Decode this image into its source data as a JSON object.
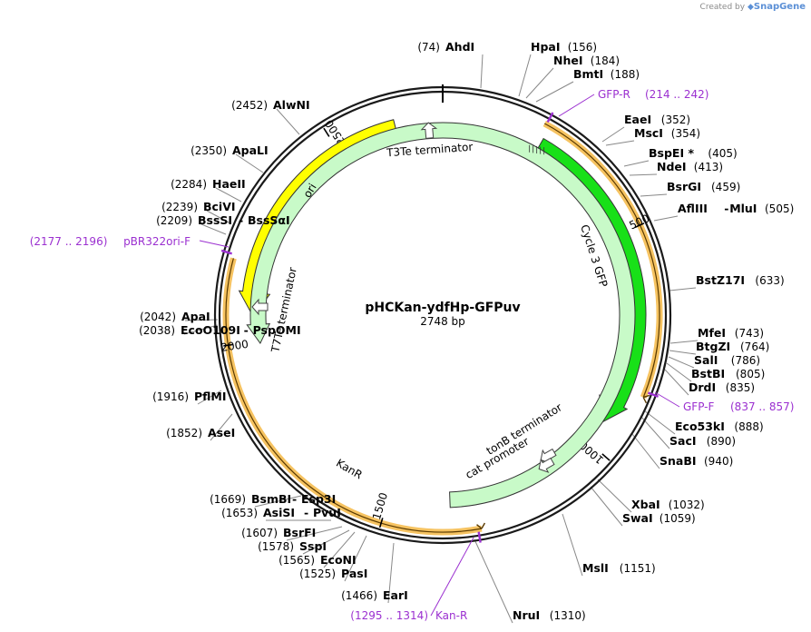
{
  "credit": {
    "prefix": "Created by",
    "brand": "SnapGene"
  },
  "plasmid": {
    "name": "pHCKan-ydfHp-GFPuv",
    "length_label": "2748 bp",
    "length_bp": 2748
  },
  "colors": {
    "backbone": "#1a1a1a",
    "primer": "#9b30d0",
    "ori": "#ffff00",
    "gfp": "#18e018",
    "kanr": "#c8fac8",
    "primer_band": "#f5b945",
    "leader": "#888888"
  },
  "ticks": [
    {
      "bp": 500,
      "label": "500"
    },
    {
      "bp": 1000,
      "label": "1000"
    },
    {
      "bp": 1500,
      "label": "1500"
    },
    {
      "bp": 2000,
      "label": "2000"
    },
    {
      "bp": 2500,
      "label": "2500"
    }
  ],
  "features": [
    {
      "name": "ori",
      "type": "arrow",
      "strand": -1,
      "start": 2640,
      "end": 2058,
      "color": "#ffff00"
    },
    {
      "name": "Cycle 3 GFP",
      "type": "arrow",
      "strand": 1,
      "start": 227,
      "end": 948,
      "color": "#18e018"
    },
    {
      "name": "KanR",
      "type": "arrow",
      "strand": -1,
      "start": 1357,
      "end": 1994,
      "color": "#c8fac8"
    },
    {
      "name": "T3Te terminator",
      "type": "terminator"
    },
    {
      "name": "T7Te terminator",
      "type": "terminator"
    },
    {
      "name": "tonB terminator",
      "type": "terminator"
    },
    {
      "name": "cat promoter",
      "type": "promoter"
    }
  ],
  "primer_bands": [
    {
      "name": "GFP primer band",
      "start": 214,
      "end": 857
    },
    {
      "name": "Kan primer band",
      "start": 1295,
      "end": 2177
    }
  ],
  "sites": [
    {
      "name": "AhdI",
      "pos": "(74)"
    },
    {
      "name": "HpaI",
      "pos": "(156)"
    },
    {
      "name": "NheI",
      "pos": "(184)"
    },
    {
      "name": "BmtI",
      "pos": "(188)"
    },
    {
      "name": "EaeI",
      "pos": "(352)"
    },
    {
      "name": "MscI",
      "pos": "(354)"
    },
    {
      "name": "BspEI *",
      "pos": "(405)"
    },
    {
      "name": "NdeI",
      "pos": "(413)"
    },
    {
      "name": "BsrGI",
      "pos": "(459)"
    },
    {
      "name": "AflIII",
      "name2": "MluI",
      "pos": "(505)"
    },
    {
      "name": "BstZ17I",
      "pos": "(633)"
    },
    {
      "name": "MfeI",
      "pos": "(743)"
    },
    {
      "name": "BtgZI",
      "pos": "(764)"
    },
    {
      "name": "SalI",
      "pos": "(786)"
    },
    {
      "name": "BstBI",
      "pos": "(805)"
    },
    {
      "name": "DrdI",
      "pos": "(835)"
    },
    {
      "name": "Eco53kI",
      "pos": "(888)"
    },
    {
      "name": "SacI",
      "pos": "(890)"
    },
    {
      "name": "SnaBI",
      "pos": "(940)"
    },
    {
      "name": "XbaI",
      "pos": "(1032)"
    },
    {
      "name": "SwaI",
      "pos": "(1059)"
    },
    {
      "name": "MslI",
      "pos": "(1151)"
    },
    {
      "name": "NruI",
      "pos": "(1310)"
    },
    {
      "name": "EarI",
      "pos": "(1466)"
    },
    {
      "name": "PasI",
      "pos": "(1525)"
    },
    {
      "name": "EcoNI",
      "pos": "(1565)"
    },
    {
      "name": "SspI",
      "pos": "(1578)"
    },
    {
      "name": "BsrFI",
      "pos": "(1607)"
    },
    {
      "name": "AsiSI",
      "name2": "PvuI",
      "pos": "(1653)"
    },
    {
      "name": "BsmBI",
      "name2": "Esp3I",
      "pos": "(1669)"
    },
    {
      "name": "AseI",
      "pos": "(1852)"
    },
    {
      "name": "PflMI",
      "pos": "(1916)"
    },
    {
      "name": "EcoO109I",
      "name2": "PspOMI",
      "pos": "(2038)"
    },
    {
      "name": "ApaI",
      "pos": "(2042)"
    },
    {
      "name": "BssSI",
      "name2": "BssSαI",
      "pos": "(2209)"
    },
    {
      "name": "BciVI",
      "pos": "(2239)"
    },
    {
      "name": "HaeII",
      "pos": "(2284)"
    },
    {
      "name": "ApaLI",
      "pos": "(2350)"
    },
    {
      "name": "AlwNI",
      "pos": "(2452)"
    }
  ],
  "primers": [
    {
      "name": "GFP-R",
      "range": "(214 .. 242)"
    },
    {
      "name": "GFP-F",
      "range": "(837 .. 857)"
    },
    {
      "name": "Kan-R",
      "range": "(1295 .. 1314)"
    },
    {
      "name": "pBR322ori-F",
      "range": "(2177 .. 2196)"
    }
  ]
}
